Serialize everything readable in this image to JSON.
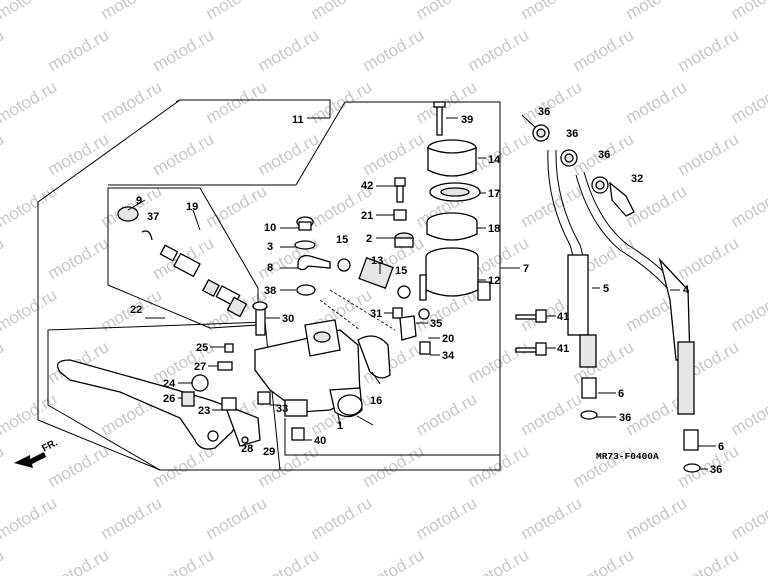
{
  "watermark": "motod.ru",
  "diagram_code": "MR73-F0400A",
  "front_arrow_label": "FR.",
  "callouts": [
    {
      "id": "c11",
      "label": "11"
    },
    {
      "id": "c39",
      "label": "39"
    },
    {
      "id": "c36a",
      "label": "36"
    },
    {
      "id": "c36b",
      "label": "36"
    },
    {
      "id": "c36c",
      "label": "36"
    },
    {
      "id": "c32",
      "label": "32"
    },
    {
      "id": "c14",
      "label": "14"
    },
    {
      "id": "c42",
      "label": "42"
    },
    {
      "id": "c17",
      "label": "17"
    },
    {
      "id": "c9",
      "label": "9"
    },
    {
      "id": "c19",
      "label": "19"
    },
    {
      "id": "c37",
      "label": "37"
    },
    {
      "id": "c21",
      "label": "21"
    },
    {
      "id": "c18",
      "label": "18"
    },
    {
      "id": "c10",
      "label": "10"
    },
    {
      "id": "c2",
      "label": "2"
    },
    {
      "id": "c3",
      "label": "3"
    },
    {
      "id": "c15a",
      "label": "15"
    },
    {
      "id": "c7",
      "label": "7"
    },
    {
      "id": "c8",
      "label": "8"
    },
    {
      "id": "c13",
      "label": "13"
    },
    {
      "id": "c15b",
      "label": "15"
    },
    {
      "id": "c12",
      "label": "12"
    },
    {
      "id": "c5",
      "label": "5"
    },
    {
      "id": "c4",
      "label": "4"
    },
    {
      "id": "c22",
      "label": "22"
    },
    {
      "id": "c38",
      "label": "38"
    },
    {
      "id": "c30",
      "label": "30"
    },
    {
      "id": "c31",
      "label": "31"
    },
    {
      "id": "c41a",
      "label": "41"
    },
    {
      "id": "c35",
      "label": "35"
    },
    {
      "id": "c20",
      "label": "20"
    },
    {
      "id": "c25",
      "label": "25"
    },
    {
      "id": "c27",
      "label": "27"
    },
    {
      "id": "c34",
      "label": "34"
    },
    {
      "id": "c41b",
      "label": "41"
    },
    {
      "id": "c24",
      "label": "24"
    },
    {
      "id": "c26",
      "label": "26"
    },
    {
      "id": "c16",
      "label": "16"
    },
    {
      "id": "c6a",
      "label": "6"
    },
    {
      "id": "c23",
      "label": "23"
    },
    {
      "id": "c33",
      "label": "33"
    },
    {
      "id": "c1",
      "label": "1"
    },
    {
      "id": "c36d",
      "label": "36"
    },
    {
      "id": "c40",
      "label": "40"
    },
    {
      "id": "c28",
      "label": "28"
    },
    {
      "id": "c29",
      "label": "29"
    },
    {
      "id": "c6b",
      "label": "6"
    },
    {
      "id": "c36e",
      "label": "36"
    }
  ]
}
